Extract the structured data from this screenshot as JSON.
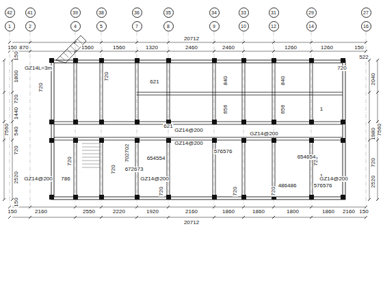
{
  "diagram": {
    "nodes": [
      {
        "text": [
          "42"
        ]
      },
      {
        "text": [
          "41"
        ]
      },
      {
        "text": [
          "39"
        ]
      },
      {
        "text": [
          "38"
        ]
      },
      {
        "text": [
          "36"
        ]
      },
      {
        "text": [
          "35"
        ]
      },
      {
        "text": [
          "34"
        ]
      },
      {
        "text": [
          "33"
        ]
      },
      {
        "text": [
          "31"
        ]
      },
      {
        "text": [
          "29"
        ]
      },
      {
        "text": [
          "27"
        ]
      },
      {
        "text": [
          "1"
        ]
      },
      {
        "text": [
          "2"
        ]
      },
      {
        "text": [
          "4"
        ]
      },
      {
        "text": [
          "5"
        ]
      },
      {
        "text": [
          "7"
        ]
      },
      {
        "text": [
          "8"
        ]
      },
      {
        "text": [
          "9"
        ]
      },
      {
        "text": [
          "10"
        ]
      },
      {
        "text": [
          "12"
        ]
      },
      {
        "text": [
          "14"
        ]
      },
      {
        "text": [
          "16"
        ]
      }
    ],
    "labels": [
      "20712",
      "150",
      "870",
      "1560",
      "1560",
      "1320",
      "2460",
      "2460",
      "1260",
      "1260",
      "150",
      "150",
      "2160",
      "2550",
      "2220",
      "1920",
      "2160",
      "1860",
      "1860",
      "1800",
      "1860",
      "2160",
      "150",
      "20712",
      "150",
      "1800",
      "720",
      "1440",
      "540",
      "720",
      "2520",
      "150",
      "7560",
      "2040",
      "1980",
      "720",
      "2520",
      "7560",
      "522",
      "GZ14L=3m",
      "720",
      "720",
      "720",
      "720",
      "720",
      "720",
      "720",
      "720",
      "720",
      "621",
      "621",
      "656",
      "840",
      "656",
      "840",
      "1",
      "1",
      "GZ14@200",
      "GZ14@200",
      "GZ14@200",
      "GZ14@200",
      "GZ14@200",
      "GZ14@200",
      "786",
      "672673",
      "654554",
      "576576",
      "654654",
      "486486",
      "576576",
      "702702"
    ]
  }
}
